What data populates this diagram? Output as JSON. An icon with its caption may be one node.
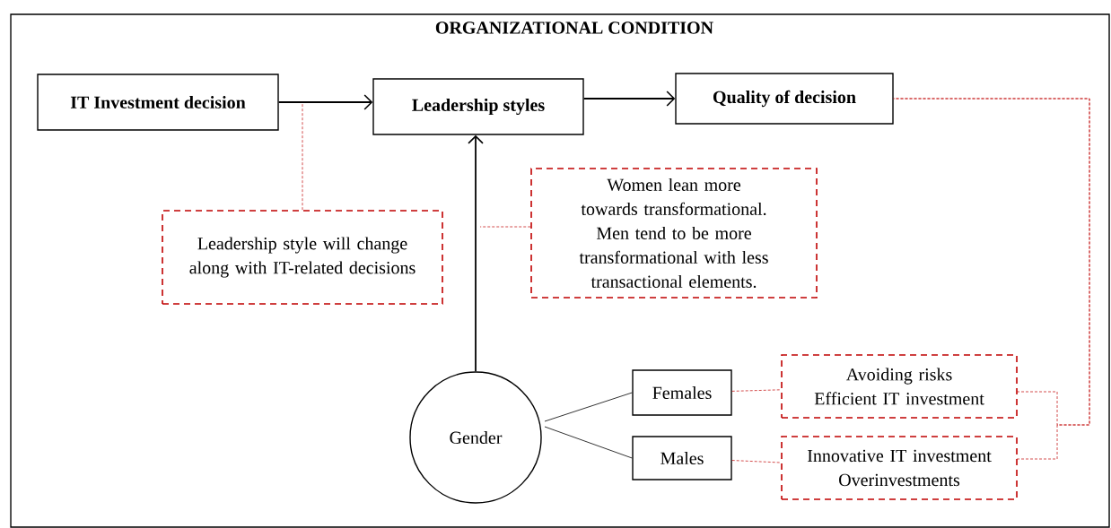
{
  "diagram": {
    "nodes": [
      {
        "text": [
          "ORGANIZATIONAL CONDITION"
        ]
      },
      {
        "text": [
          "IT Investment decision"
        ],
        "in": 0
      },
      {
        "text": [
          "Leadership styles"
        ],
        "in": 0
      },
      {
        "text": [
          "Quality of decision"
        ],
        "in": 0
      },
      {
        "text": [
          "Leadership style will change along with IT-related decisions"
        ],
        "in": 0
      },
      {
        "text": [
          "Women lean more towards transformational.",
          "Men tend to be more transformational with less transactional elements."
        ],
        "in": 0
      },
      {
        "text": [
          "Gender"
        ],
        "in": 0
      },
      {
        "text": [
          "Females"
        ],
        "in": 0
      },
      {
        "text": [
          "Males"
        ],
        "in": 0
      },
      {
        "text": [
          "Avoiding risks",
          "Efficient IT investment"
        ],
        "in": 0
      },
      {
        "text": [
          "Innovative IT investment",
          "Overinvestments"
        ],
        "in": 0
      }
    ],
    "edges": [
      {
        "from": 1,
        "to": 2,
        "arrow": "to",
        "color": "#000000"
      },
      {
        "from": 2,
        "to": 3,
        "arrow": "to",
        "color": "#000000"
      },
      {
        "from": 6,
        "to": 2,
        "arrow": "to",
        "color": "#000000"
      },
      {
        "from": 6,
        "to": 7,
        "arrow": "none",
        "color": "#000000"
      },
      {
        "from": 6,
        "to": 8,
        "arrow": "none",
        "color": "#000000"
      },
      {
        "from": 4,
        "to": null,
        "arrow": "none",
        "style": "dashed",
        "color": "#c00000"
      },
      {
        "from": 5,
        "to": null,
        "arrow": "none",
        "style": "dashed",
        "color": "#c00000"
      },
      {
        "from": 7,
        "to": 9,
        "arrow": "none",
        "style": "dashed",
        "color": "#c00000"
      },
      {
        "from": 8,
        "to": 10,
        "arrow": "none",
        "style": "dashed",
        "color": "#c00000"
      },
      {
        "from": 9,
        "to": 3,
        "arrow": "none",
        "style": "dashed",
        "color": "#c00000"
      },
      {
        "from": 10,
        "to": 3,
        "arrow": "none",
        "style": "dashed",
        "color": "#c00000"
      }
    ]
  }
}
